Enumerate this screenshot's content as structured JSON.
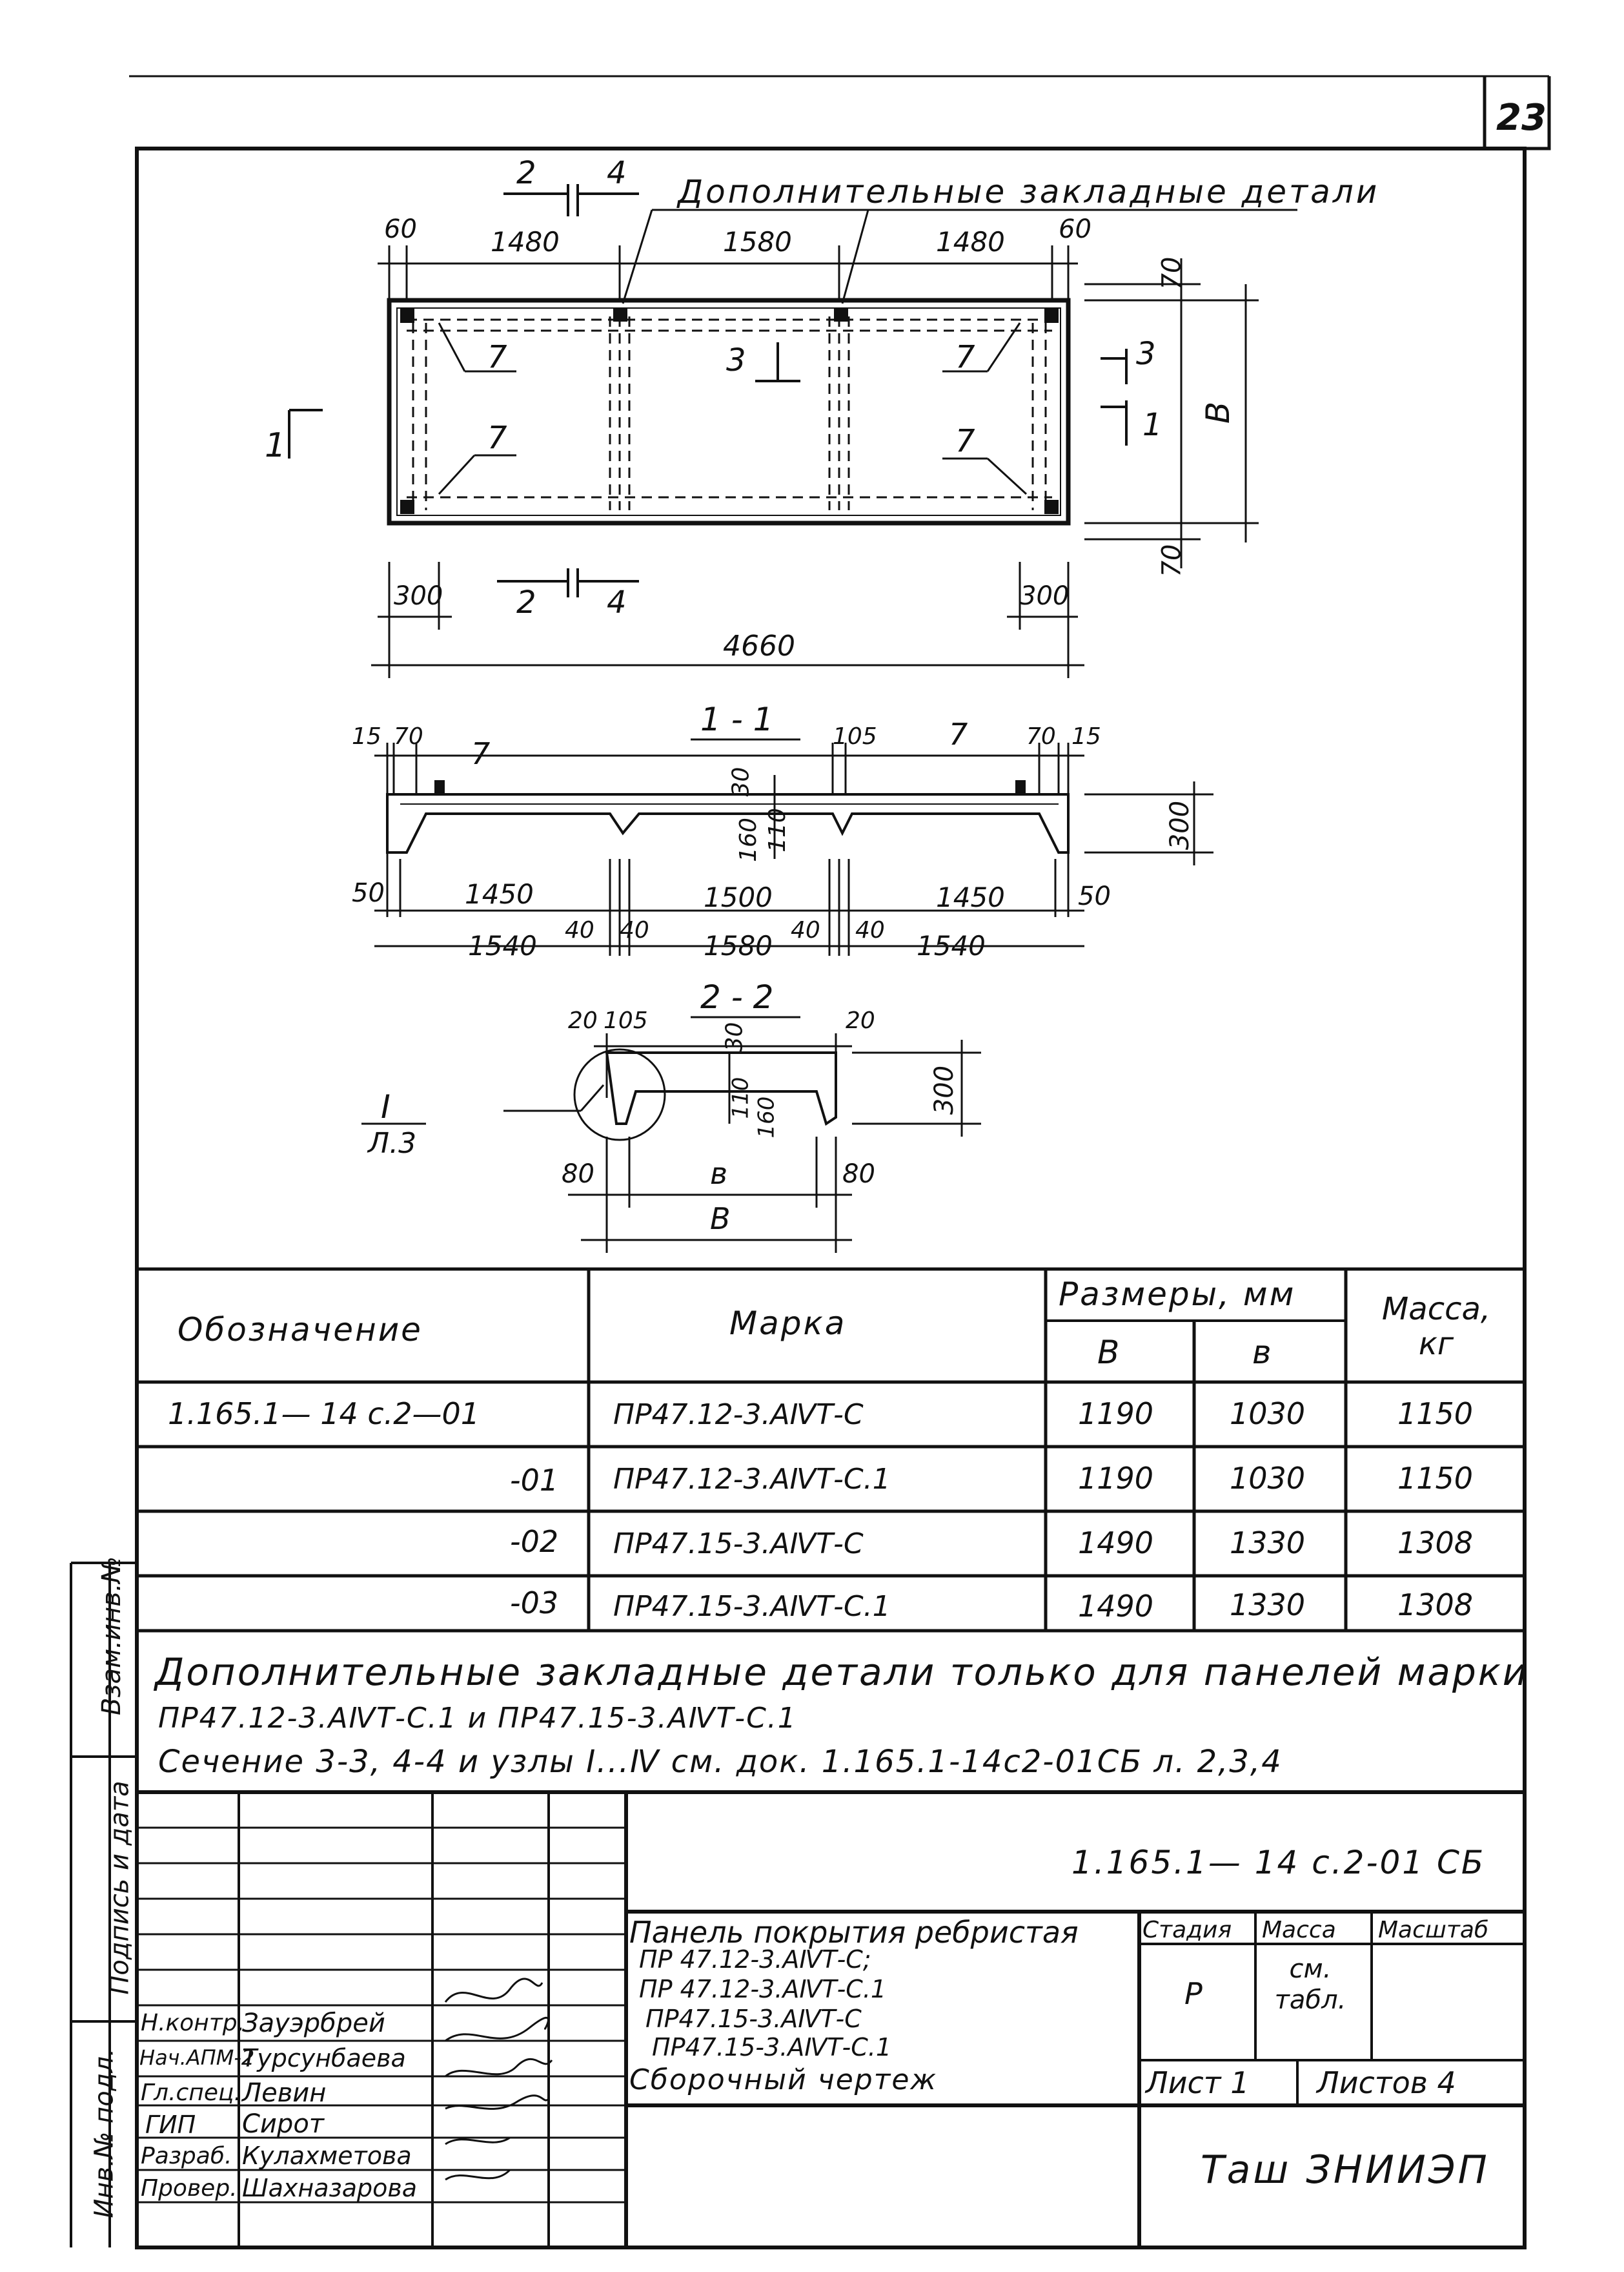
{
  "sheet_number": "23",
  "plan": {
    "note": "Дополнительные закладные детали",
    "dims_top": [
      "60",
      "1480",
      "1580",
      "1480",
      "60"
    ],
    "dims_right": [
      "70",
      "B",
      "70"
    ],
    "dims_bottom": [
      "300",
      "300",
      "4660"
    ],
    "callouts": [
      "7",
      "7",
      "7",
      "7"
    ],
    "section_marks": {
      "s1": "1",
      "s2": "2",
      "s3": "3",
      "s4": "4"
    }
  },
  "section_1_1": {
    "title": "1 - 1",
    "top_dims": [
      "15",
      "70",
      "7",
      "105",
      "7",
      "70",
      "15"
    ],
    "vert_dims": [
      "30",
      "160",
      "110",
      "300"
    ],
    "row1": [
      "50",
      "1450",
      "1500",
      "1450",
      "50"
    ],
    "row2": [
      "1540",
      "40",
      "40",
      "1580",
      "40",
      "40",
      "1540"
    ]
  },
  "section_2_2": {
    "title": "2 - 2",
    "top_dims": [
      "20",
      "105",
      "30",
      "20"
    ],
    "vert_dims": [
      "110",
      "160",
      "300"
    ],
    "bottom_dims": [
      "80",
      "80"
    ],
    "b_small": "в",
    "b_large": "B",
    "node_label": "I",
    "node_ref": "Л.3"
  },
  "table": {
    "headers": {
      "designation": "Обозначение",
      "mark": "Марка",
      "sizes": "Размеры, мм",
      "B": "B",
      "b": "в",
      "mass": "Масса, кг"
    },
    "rows": [
      {
        "designation": "1.165.1— 14 с.2—01",
        "mark": "ПР47.12-3.АⅣТ-С",
        "B": "1190",
        "b": "1030",
        "mass": "1150"
      },
      {
        "designation": "-01",
        "mark": "ПР47.12-3.АⅣТ-С.1",
        "B": "1190",
        "b": "1030",
        "mass": "1150"
      },
      {
        "designation": "-02",
        "mark": "ПР47.15-3.АⅣТ-С",
        "B": "1490",
        "b": "1330",
        "mass": "1308"
      },
      {
        "designation": "-03",
        "mark": "ПР47.15-3.АⅣТ-С.1",
        "B": "1490",
        "b": "1330",
        "mass": "1308"
      }
    ]
  },
  "notes": {
    "line1": "Дополнительные закладные детали только для панелей марки",
    "line2": "ПР47.12-3.АⅣТ-С.1 и ПР47.15-3.АⅣТ-С.1",
    "line3": "Сечение 3-3, 4-4 и узлы I...Ⅳ см. док. 1.165.1-14с2-01СБ л. 2,3,4"
  },
  "side_stamp": {
    "top": "Взам.инв.№",
    "middle": "Подпись и дата",
    "bottom": "Инв.№ подл."
  },
  "title_block": {
    "doc_code": "1.165.1— 14 с.2-01 СБ",
    "name_lines": [
      "Панель покрытия ребристая",
      "ПР 47.12-3.АⅣТ-С;",
      "ПР 47.12-3.АⅣТ-С.1",
      "ПР47.15-3.АⅣТ-С",
      "ПР47.15-3.АⅣТ-С.1",
      "Сборочный чертеж"
    ],
    "stage_header": "Стадия",
    "mass_header": "Масса",
    "scale_header": "Масштаб",
    "stage": "Р",
    "mass_value": "см. табл.",
    "sheet": "Лист 1",
    "sheets": "Листов 4",
    "org": "Таш ЗНИИЭП",
    "roles": [
      {
        "role": "Н.контр.",
        "name": "Зауэрбрей"
      },
      {
        "role": "Нач.АПМ-2",
        "name": "Турсунбаева"
      },
      {
        "role": "Гл.спец.",
        "name": "Левин"
      },
      {
        "role": "ГИП",
        "name": "Сирот"
      },
      {
        "role": "Разраб.",
        "name": "Кулахметова"
      },
      {
        "role": "Провер.",
        "name": "Шахназарова"
      }
    ]
  }
}
